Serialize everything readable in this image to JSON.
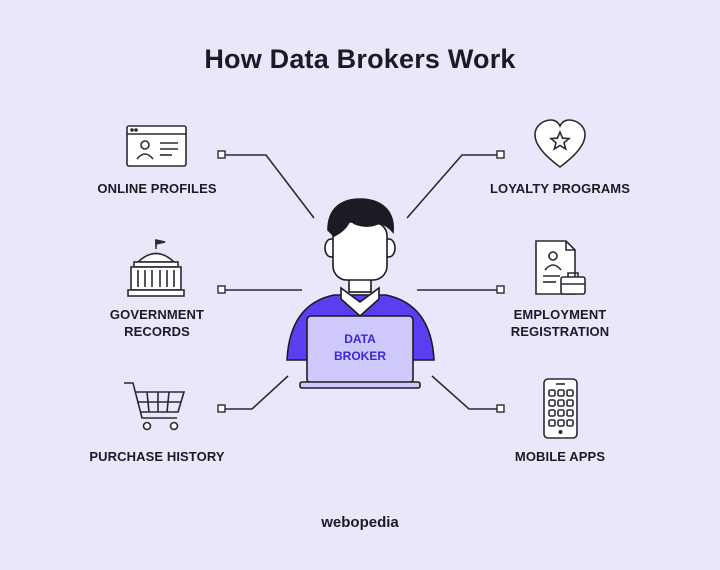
{
  "title": "How Data Brokers Work",
  "center": {
    "line1": "DATA",
    "line2": "BROKER"
  },
  "sources": {
    "online_profiles": "ONLINE PROFILES",
    "government_records_1": "GOVERNMENT",
    "government_records_2": "RECORDS",
    "purchase_history": "PURCHASE HISTORY",
    "loyalty_programs": "LOYALTY PROGRAMS",
    "employment_registration_1": "EMPLOYMENT",
    "employment_registration_2": "REGISTRATION",
    "mobile_apps": "MOBILE APPS"
  },
  "brand": "webopedia",
  "colors": {
    "background": "#e9e8fb",
    "accent": "#5a3ef0",
    "laptop": "#cfc9fb",
    "ink": "#1b1b24"
  }
}
